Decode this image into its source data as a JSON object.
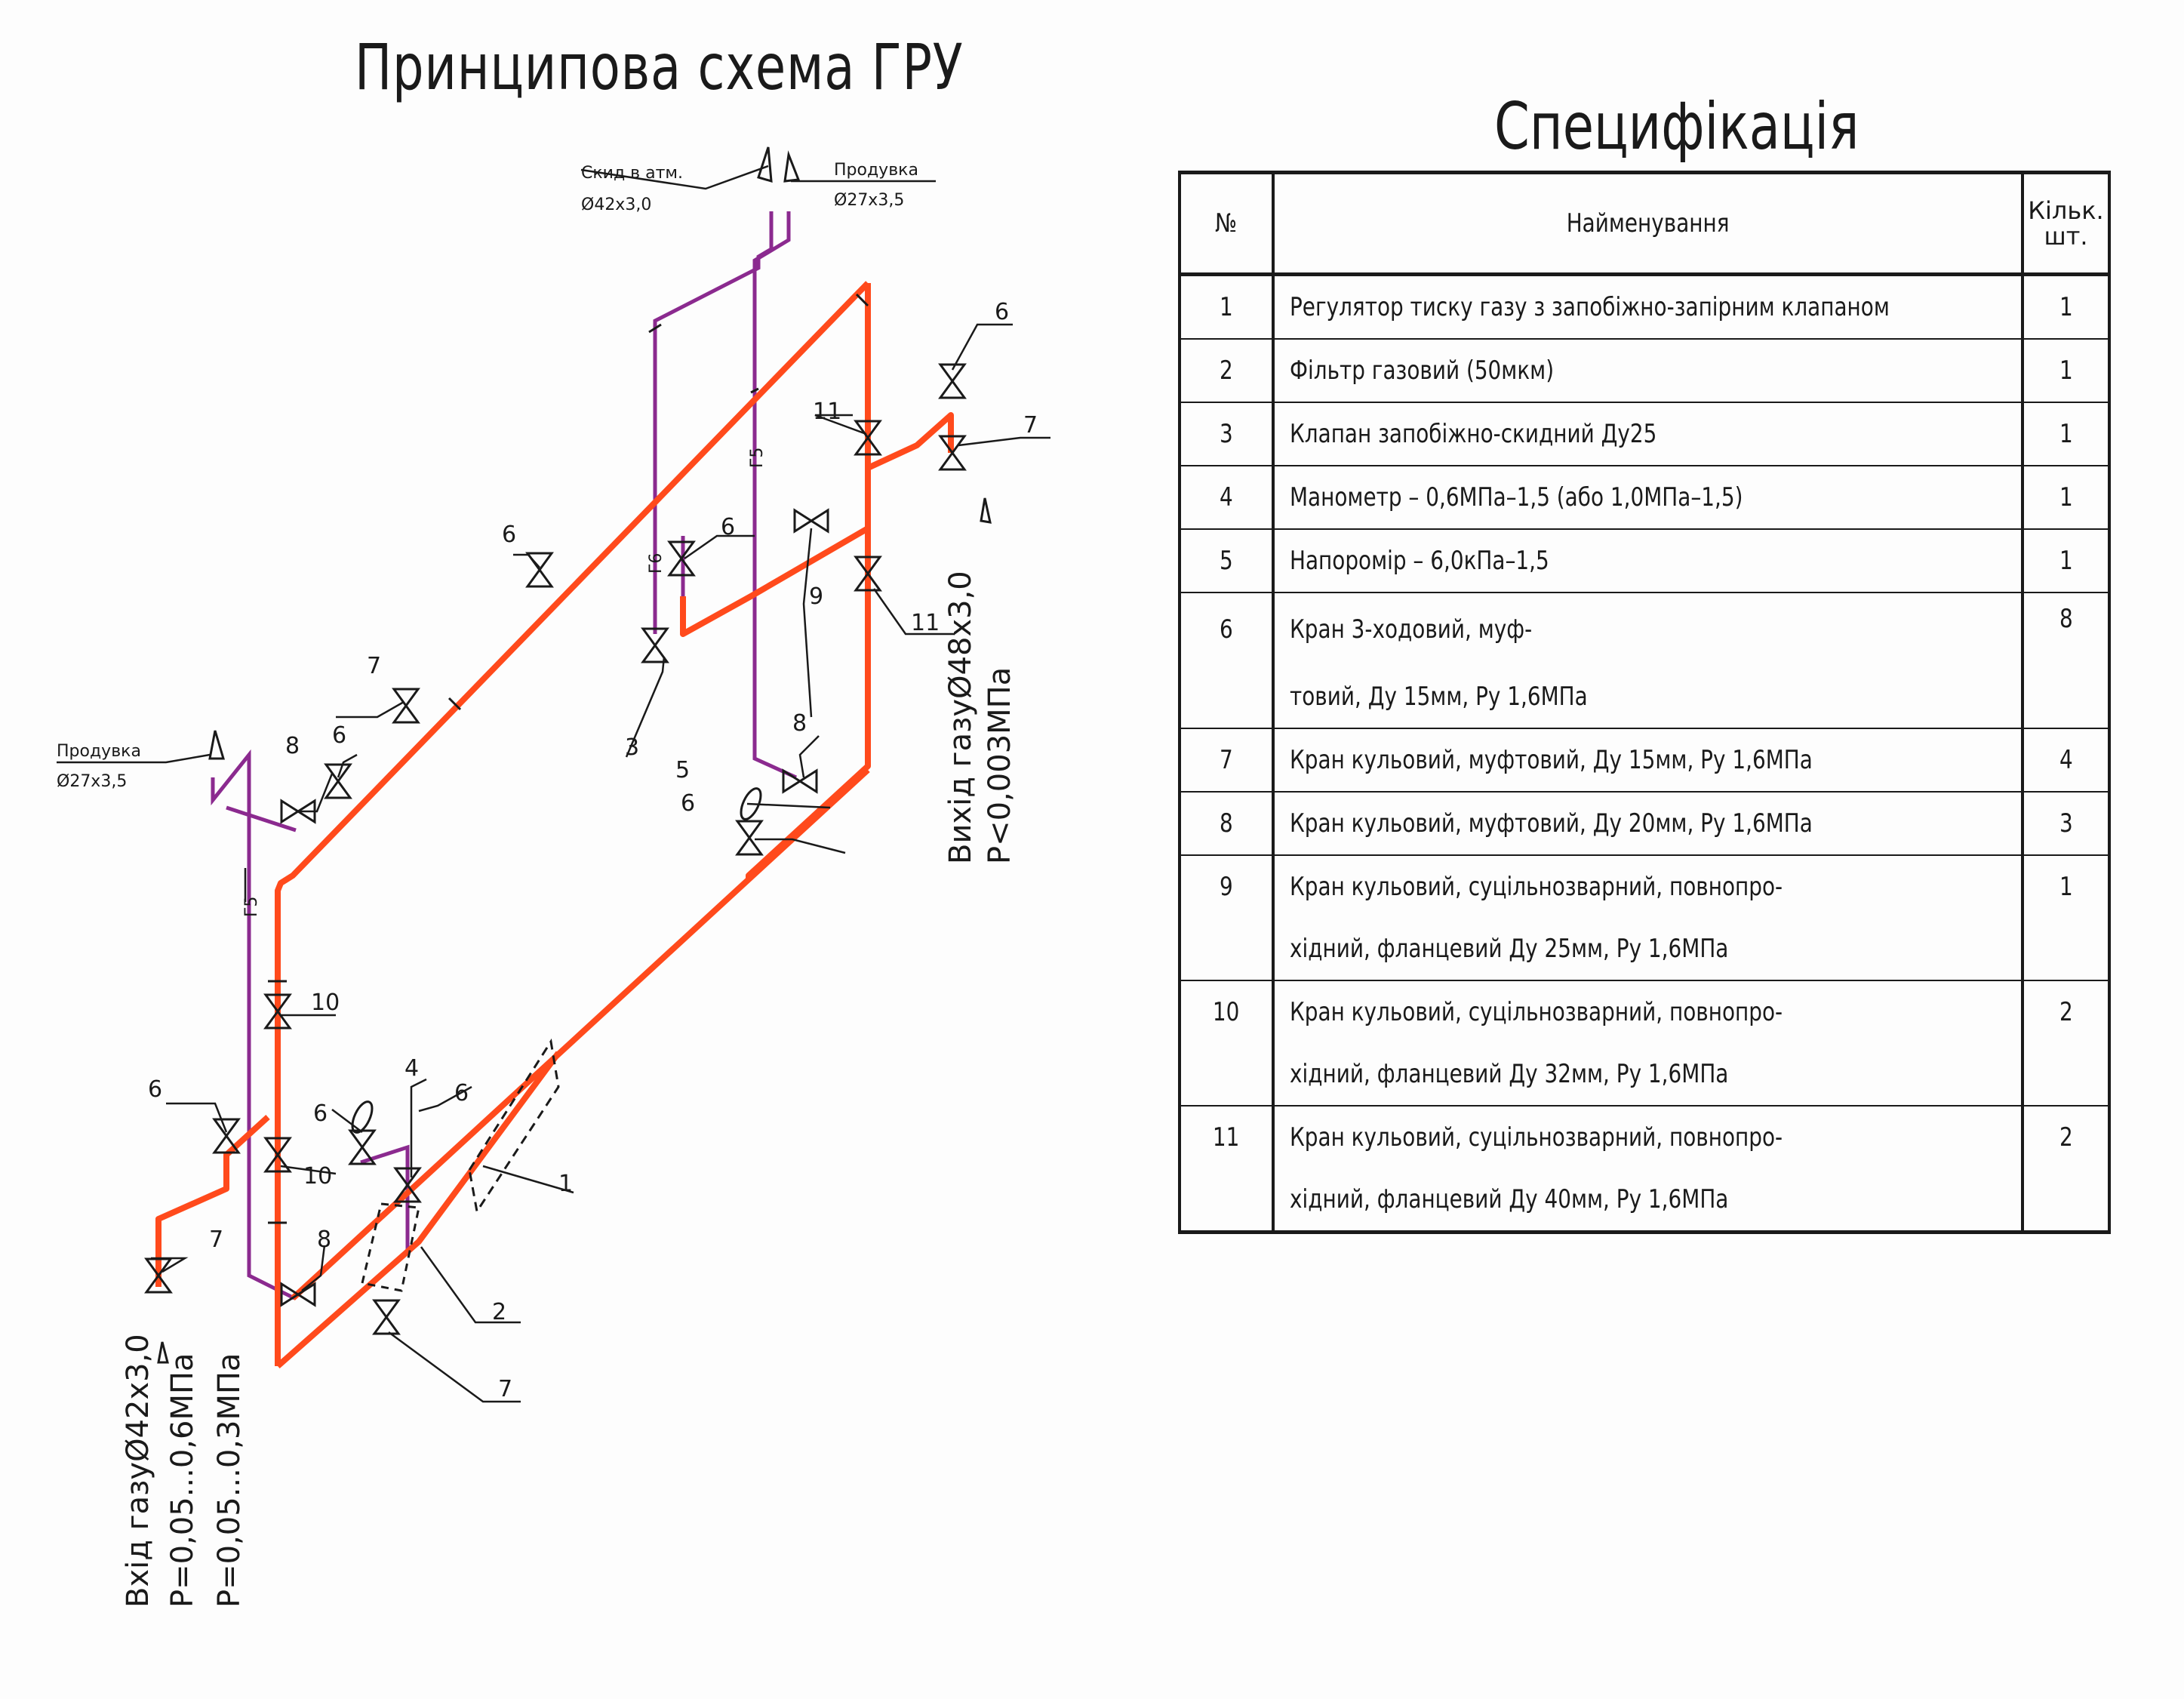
{
  "scheme": {
    "title": "Принципова схема ГРУ",
    "vent_label": "Скид в атм.",
    "vent_size": "Ø42х3,0",
    "purge_top_label": "Продувка",
    "purge_top_size": "Ø27х3,5",
    "purge_left_label": "Продувка",
    "purge_left_size": "Ø27х3,5",
    "outlet_label": "Вихід газуØ48х3,0",
    "outlet_pressure": "P<0,003МПа",
    "inlet_label": "Вхід газуØ42х3,0",
    "inlet_pressure_1": "P=0,05...0,6МПа",
    "inlet_pressure_2": "P=0,05...0,3МПа",
    "pipe_g5_a": "Г5",
    "pipe_g5_b": "Г5",
    "pipe_g6": "Г6",
    "colors": {
      "gas_line": "#ff4a1c",
      "purge_line": "#8b2a8f",
      "ink": "#1a1a1a"
    },
    "callouts": {
      "c1": "1",
      "c2": "2",
      "c3": "3",
      "c4": "4",
      "c5": "5",
      "c6a": "6",
      "c6b": "6",
      "c6c": "6",
      "c6d": "6",
      "c6e": "6",
      "c6f": "6",
      "c6g": "6",
      "c6h": "6",
      "c7a": "7",
      "c7b": "7",
      "c7c": "7",
      "c7d": "7",
      "c8a": "8",
      "c8b": "8",
      "c8c": "8",
      "c9": "9",
      "c10a": "10",
      "c10b": "10",
      "c11a": "11",
      "c11b": "11"
    }
  },
  "spec": {
    "title": "Специфікація",
    "headers": {
      "no": "№",
      "name": "Найменування",
      "qty_1": "Кільк.",
      "qty_2": "шт."
    },
    "rows": [
      {
        "no": "1",
        "name": "Регулятор тиску газу з запобіжно-запірним клапаном",
        "qty": "1"
      },
      {
        "no": "2",
        "name": "Фільтр газовий (50мкм)",
        "qty": "1"
      },
      {
        "no": "3",
        "name": "Клапан запобіжно-скидний Ду25",
        "qty": "1"
      },
      {
        "no": "4",
        "name": "Манометр – 0,6МПа–1,5 (або 1,0МПа–1,5)",
        "qty": "1"
      },
      {
        "no": "5",
        "name": "Напоромір – 6,0кПа–1,5",
        "qty": "1"
      },
      {
        "no": "6",
        "name": "Кран 3-ходовий, муф-",
        "qty": "8"
      },
      {
        "no": "",
        "name": "товий, Ду 15мм, Ру 1,6МПа",
        "qty": ""
      },
      {
        "no": "7",
        "name": "Кран кульовий, муфтовий, Ду 15мм, Ру 1,6МПа",
        "qty": "4"
      },
      {
        "no": "8",
        "name": "Кран кульовий, муфтовий, Ду 20мм, Ру 1,6МПа",
        "qty": "3"
      },
      {
        "no": "9",
        "name": "Кран кульовий, суцільнозварний, повнопро-",
        "qty": "1"
      },
      {
        "no": "",
        "name": "хідний, фланцевий Ду 25мм, Ру 1,6МПа",
        "qty": ""
      },
      {
        "no": "10",
        "name": "Кран кульовий, суцільнозварний, повнопро-",
        "qty": "2"
      },
      {
        "no": "",
        "name": "хідний, фланцевий Ду 32мм, Ру 1,6МПа",
        "qty": ""
      },
      {
        "no": "11",
        "name": "Кран кульовий, суцільнозварний, повнопро-",
        "qty": "2"
      },
      {
        "no": "",
        "name": "хідний, фланцевий Ду 40мм, Ру 1,6МПа",
        "qty": ""
      }
    ]
  }
}
